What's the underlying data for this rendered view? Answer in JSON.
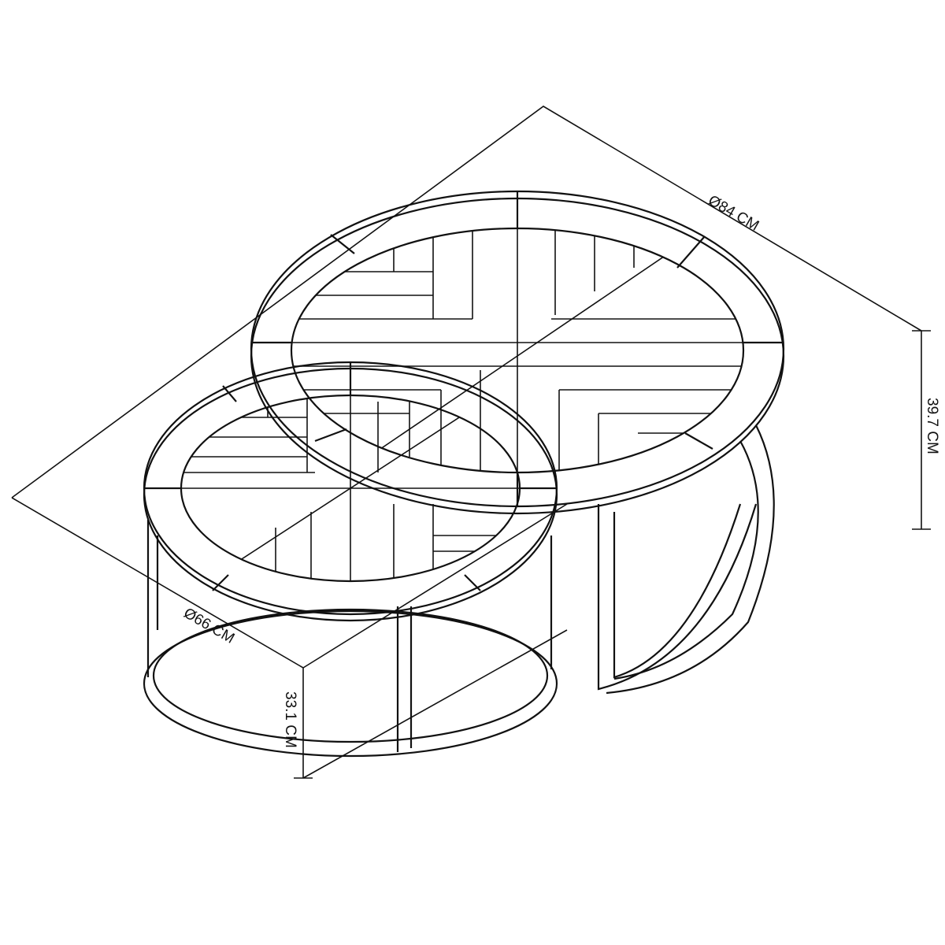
{
  "dimensions": {
    "large_diameter": "Ø84 CM",
    "large_height": "39.7 CM",
    "small_diameter": "Ø66 CM",
    "small_height": "33.1 CM"
  },
  "colors": {
    "line": "#111111",
    "background": "#ffffff"
  }
}
